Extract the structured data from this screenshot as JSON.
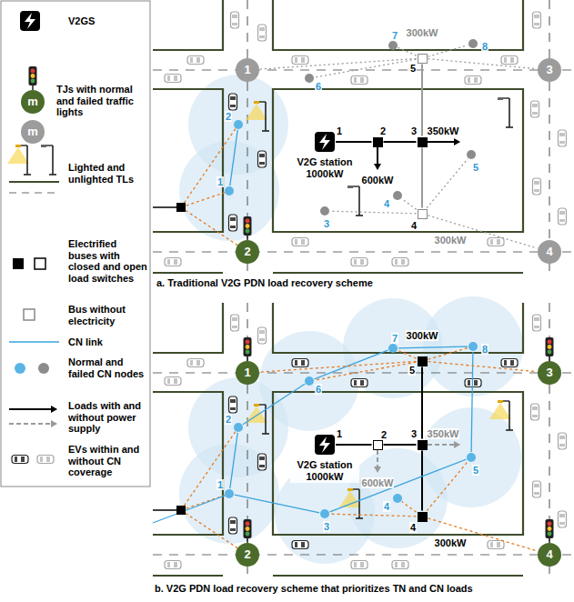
{
  "diagram": {
    "nodes": [
      {
        "text": [
          "m"
        ]
      },
      {
        "text": [
          "m"
        ]
      },
      {
        "text": [
          "1"
        ]
      },
      {
        "text": [
          "2"
        ]
      },
      {
        "text": [
          "3"
        ]
      },
      {
        "text": [
          "4"
        ]
      },
      {
        "text": [
          "1",
          "V2G station 1000kW"
        ]
      },
      {
        "text": [
          "2"
        ]
      },
      {
        "text": [
          "3"
        ]
      },
      {
        "text": [
          "4"
        ]
      },
      {
        "text": [
          "5"
        ]
      },
      {
        "text": [
          "1"
        ]
      },
      {
        "text": [
          "2"
        ]
      },
      {
        "text": [
          "3"
        ]
      },
      {
        "text": [
          "4"
        ]
      },
      {
        "text": [
          "5"
        ]
      },
      {
        "text": [
          "6"
        ]
      },
      {
        "text": [
          "7"
        ]
      },
      {
        "text": [
          "8"
        ]
      },
      {
        "text": [
          "1"
        ]
      },
      {
        "text": [
          "2"
        ]
      },
      {
        "text": [
          "3"
        ]
      },
      {
        "text": [
          "4"
        ]
      },
      {
        "text": [
          "1",
          "V2G station 1000kW"
        ]
      },
      {
        "text": [
          "2"
        ]
      },
      {
        "text": [
          "3"
        ]
      },
      {
        "text": [
          "4"
        ]
      },
      {
        "text": [
          "5"
        ]
      },
      {
        "text": [
          "1"
        ]
      },
      {
        "text": [
          "2"
        ]
      },
      {
        "text": [
          "3"
        ]
      },
      {
        "text": [
          "4"
        ]
      },
      {
        "text": [
          "5"
        ]
      },
      {
        "text": [
          "6"
        ]
      },
      {
        "text": [
          "7"
        ]
      },
      {
        "text": [
          "8"
        ]
      }
    ],
    "edges": [
      {
        "from": 6,
        "to": 7,
        "arrow": "none"
      },
      {
        "from": 7,
        "to": 8,
        "arrow": "none"
      },
      {
        "from": 8,
        "to": 10,
        "arrow": "none"
      },
      {
        "from": 8,
        "to": 9,
        "arrow": "none"
      },
      {
        "from": 11,
        "to": 12,
        "arrow": "none"
      },
      {
        "from": 10,
        "to": 16,
        "arrow": "none"
      },
      {
        "from": 10,
        "to": 17,
        "arrow": "none"
      },
      {
        "from": 10,
        "to": 18,
        "arrow": "none"
      },
      {
        "from": 10,
        "to": 2,
        "arrow": "none"
      },
      {
        "from": 10,
        "to": 4,
        "arrow": "none"
      },
      {
        "from": 9,
        "to": 13,
        "arrow": "none"
      },
      {
        "from": 9,
        "to": 14,
        "arrow": "none"
      },
      {
        "from": 9,
        "to": 15,
        "arrow": "none"
      },
      {
        "from": 9,
        "to": 5,
        "arrow": "none"
      },
      {
        "from": 23,
        "to": 24,
        "arrow": "none"
      },
      {
        "from": 24,
        "to": 25,
        "arrow": "none"
      },
      {
        "from": 25,
        "to": 27,
        "arrow": "none"
      },
      {
        "from": 25,
        "to": 26,
        "arrow": "none"
      },
      {
        "from": 29,
        "to": 28,
        "arrow": "none"
      },
      {
        "from": 28,
        "to": 30,
        "arrow": "none"
      },
      {
        "from": 29,
        "to": 33,
        "arrow": "none"
      },
      {
        "from": 33,
        "to": 34,
        "arrow": "none"
      },
      {
        "from": 34,
        "to": 35,
        "arrow": "none"
      },
      {
        "from": 30,
        "to": 32,
        "arrow": "none"
      },
      {
        "from": 32,
        "to": 35,
        "arrow": "none"
      },
      {
        "from": 27,
        "to": 33,
        "arrow": "none"
      },
      {
        "from": 27,
        "to": 34,
        "arrow": "none"
      },
      {
        "from": 27,
        "to": 35,
        "arrow": "none"
      },
      {
        "from": 27,
        "to": 19,
        "arrow": "none"
      },
      {
        "from": 27,
        "to": 21,
        "arrow": "none"
      },
      {
        "from": 26,
        "to": 30,
        "arrow": "none"
      },
      {
        "from": 26,
        "to": 31,
        "arrow": "none"
      },
      {
        "from": 26,
        "to": 32,
        "arrow": "none"
      },
      {
        "from": 26,
        "to": 22,
        "arrow": "none"
      }
    ],
    "labels": [
      "600kW",
      "350kW",
      "300kW",
      "300kW",
      "600kW",
      "350kW",
      "300kW",
      "300kW",
      "a. Traditional V2G PDN load recovery scheme",
      "b. V2G PDN load recovery scheme that prioritizes TN and CN loads"
    ],
    "legend": [
      {
        "text": "V2GS"
      },
      {
        "text": "TJs with normal and failed traffic lights"
      },
      {
        "text": "Lighted and unlighted TLs"
      },
      {
        "text": "Electrified buses with closed and open load switches"
      },
      {
        "text": "Bus without electricity"
      },
      {
        "text": "CN link"
      },
      {
        "text": "Normal and failed CN nodes"
      },
      {
        "text": "Loads with and without power supply"
      },
      {
        "text": "EVs within and without CN coverage"
      }
    ]
  }
}
